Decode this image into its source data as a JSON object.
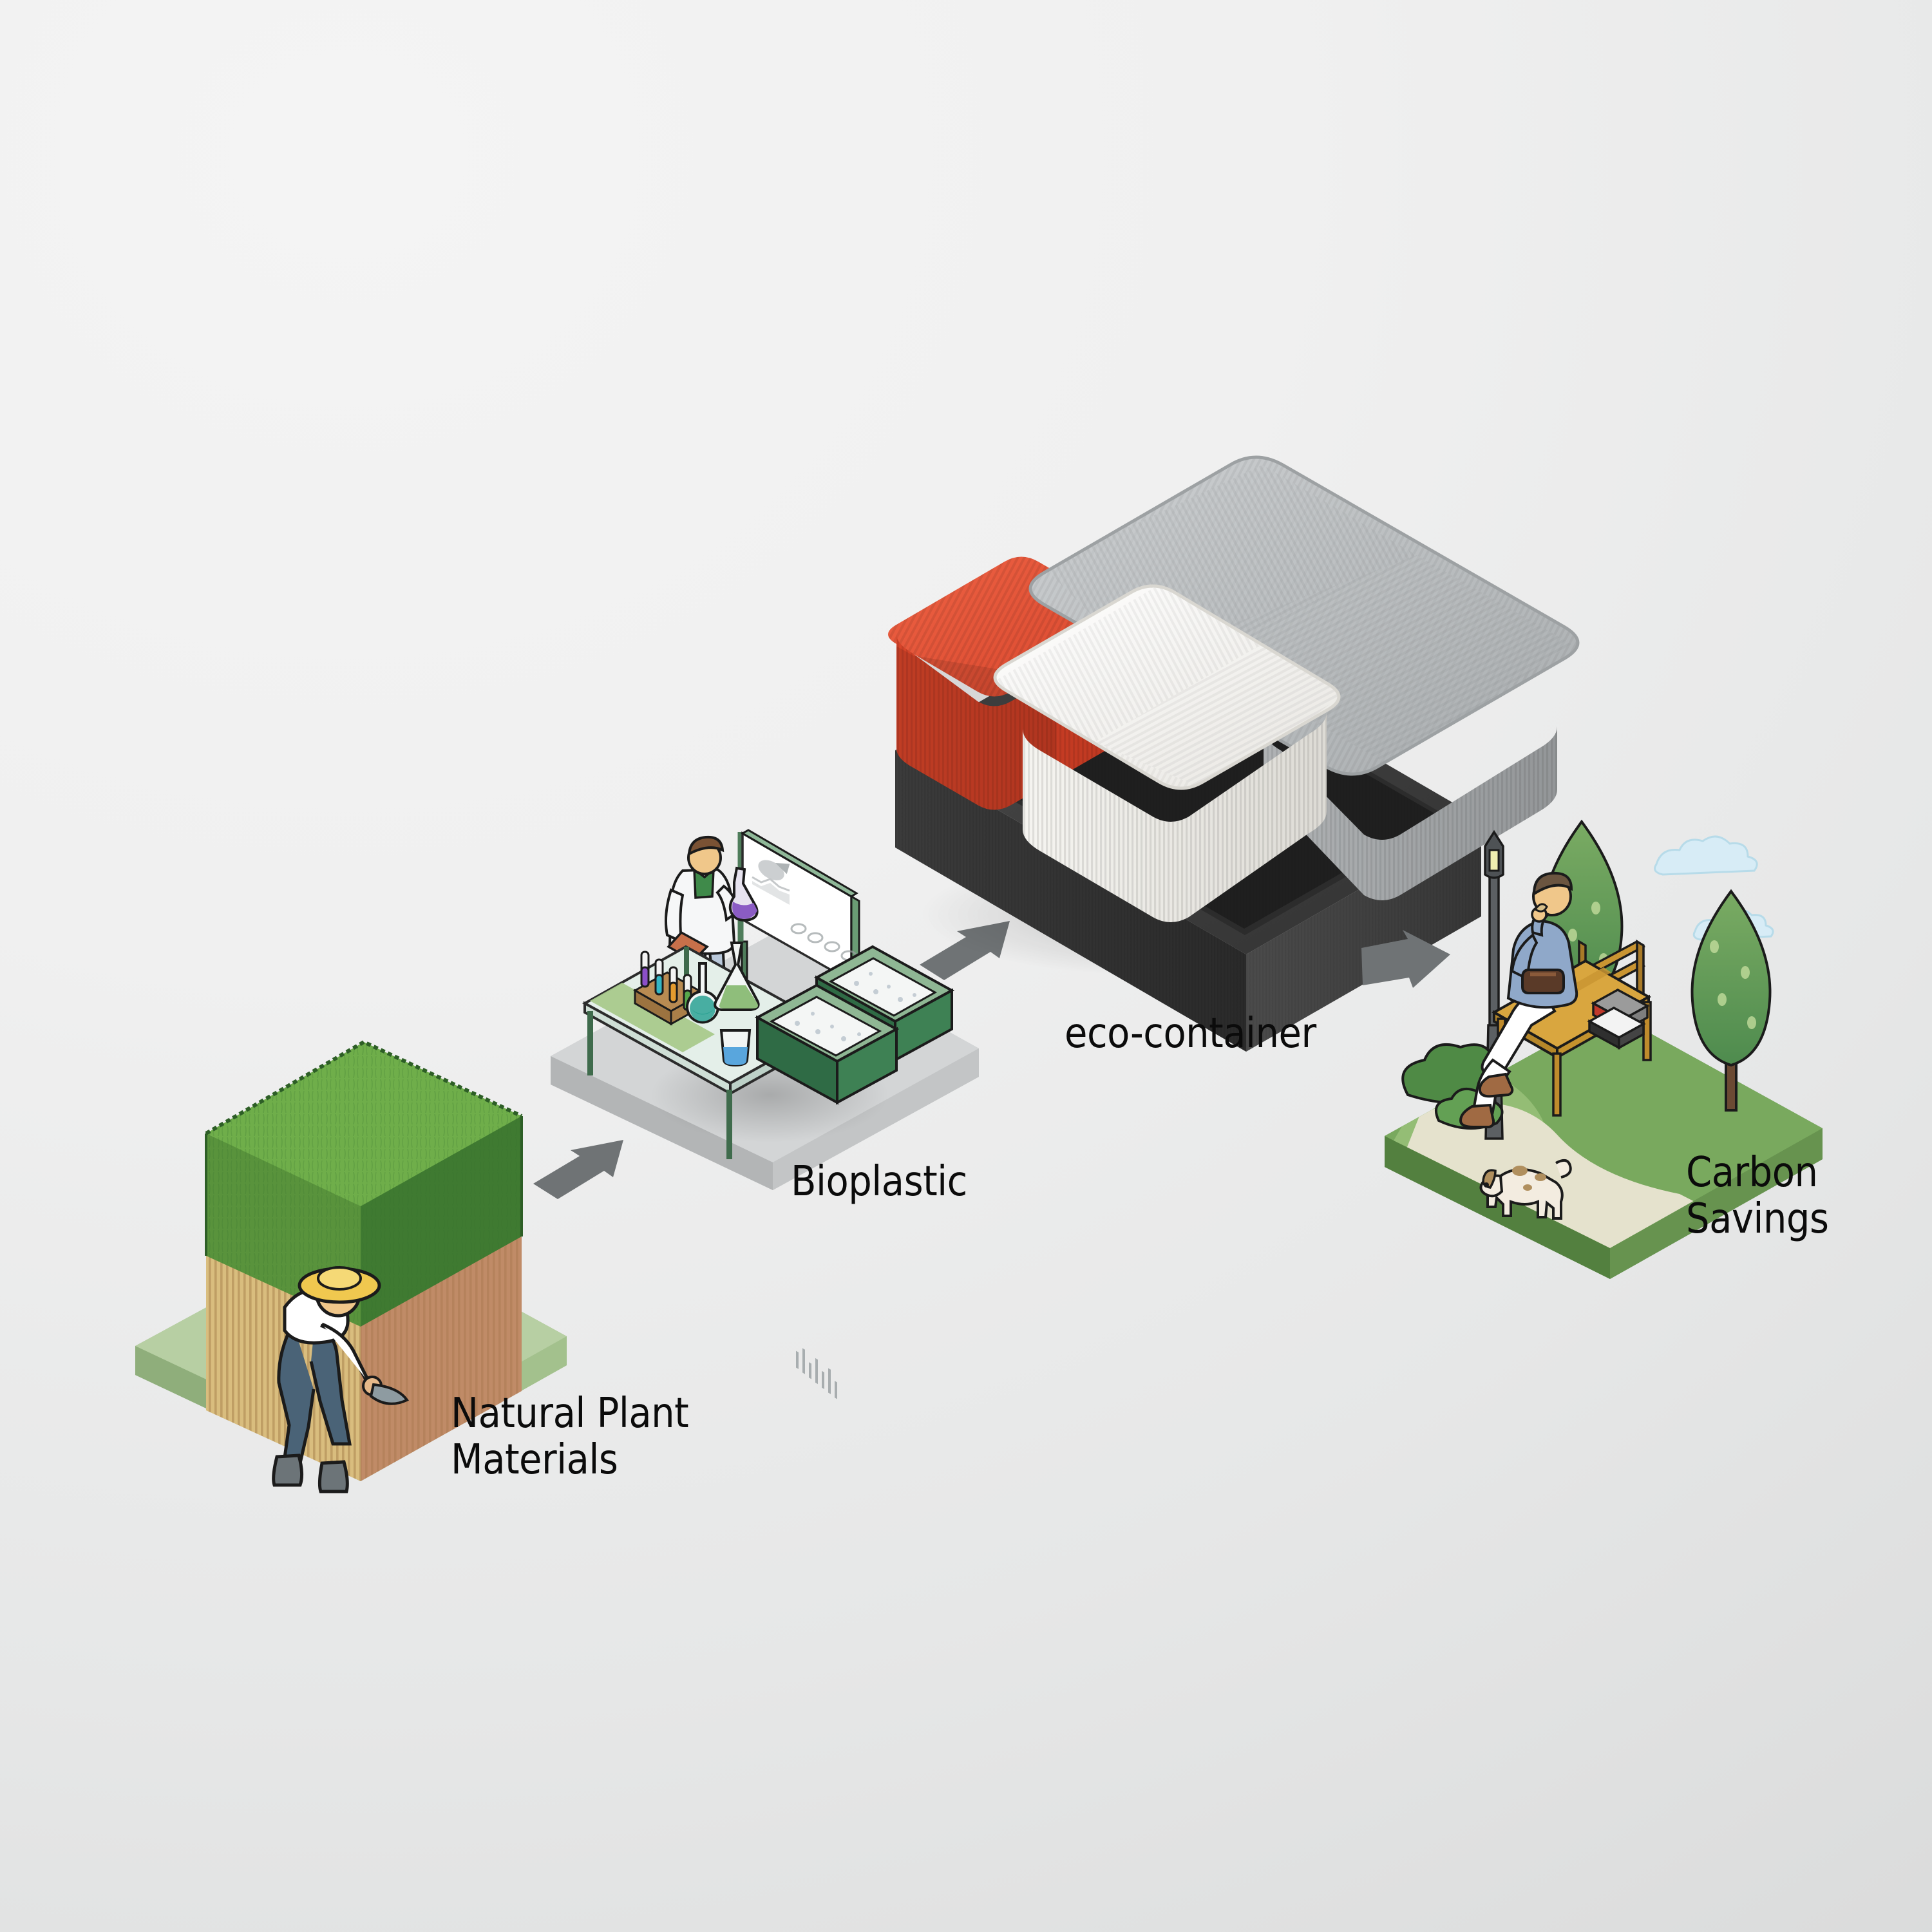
{
  "scene": {
    "title_labels": {
      "product": "eco-container",
      "stage_bioplastic": "Bioplastic",
      "stage_natural": "Natural Plant\nMaterials",
      "stage_carbon": "Carbon\nSavings"
    },
    "background": {
      "color_light": "#f4f4f4",
      "color_dark": "#d6d7d7"
    },
    "flow": {
      "steps": [
        "Natural Plant Materials",
        "Bioplastic",
        "eco-container",
        "Carbon Savings"
      ],
      "arrow_color": "#6f7375",
      "arrow_count": 3,
      "arrow_directions": [
        "up-right",
        "up-right",
        "down-right"
      ]
    },
    "product": {
      "name": "eco-container",
      "tray": {
        "label": "tray",
        "color": "#3c3c3c",
        "texture": "vertical-ribs"
      },
      "items": [
        {
          "name": "red-container",
          "color": "#de4f34",
          "texture": "vertical-ribs"
        },
        {
          "name": "white-container",
          "color": "#f2f0ec",
          "texture": "vertical-ribs"
        },
        {
          "name": "grey-lid",
          "color": "#b4b7b9",
          "texture": "diagonal-ribs"
        }
      ]
    },
    "farm_scene": {
      "name": "Natural Plant Materials",
      "base_color": "#b7cfa3",
      "crop_top_color": "#6fae4a",
      "crop_side_color": "#4e8a37",
      "stalk_color": "#d9bd7e",
      "stalk_shadow_color": "#bd8a63",
      "figure": {
        "name": "farmer",
        "hat_color": "#f0c84f",
        "shirt_color": "#ffffff",
        "overalls_color": "#4a6377",
        "boots_color": "#6c7478",
        "tool": "sickle"
      }
    },
    "lab_scene": {
      "name": "Bioplastic",
      "base_color": "#cfd1d2",
      "figure": {
        "name": "scientist",
        "coat_color": "#f6f7f8",
        "shirt_color": "#3f8a4a",
        "trousers_color": "#b9c8da",
        "hair_color": "#7a5234",
        "holding": [
          "flask",
          "clipboard"
        ]
      },
      "bench": {
        "top_color": "#e4efe9",
        "mat_color": "#a9c98c",
        "leg_color": "#3f6b4c",
        "glassware": [
          {
            "name": "test-tube",
            "liquid_color": "#8b4fc9"
          },
          {
            "name": "test-tube",
            "liquid_color": "#33b6c4"
          },
          {
            "name": "test-tube",
            "liquid_color": "#e59b2e"
          },
          {
            "name": "test-tube",
            "liquid_color": "#57a84b"
          },
          {
            "name": "round-flask",
            "liquid_color": "#2aa193"
          },
          {
            "name": "erlenmeyer-flask",
            "liquid_color": "#8fbe7b"
          },
          {
            "name": "beaker",
            "liquid_color": "#59a6dd"
          }
        ],
        "rack_color": "#b98b52"
      },
      "board": {
        "frame_color": "#6a9c74",
        "panel_color": "#ffffff",
        "charts": [
          "pie-chart",
          "area-chart",
          "bar-chart",
          "donut-indicators"
        ]
      },
      "crates": {
        "color_front": "#2f6b45",
        "color_top": "#8fb794",
        "content": "bioplastic-pellets",
        "count": 2
      }
    },
    "park_scene": {
      "name": "Carbon Savings",
      "grass_color": "#79a95e",
      "grass_light_color": "#9ec47e",
      "path_color": "#e5e2cd",
      "bench": {
        "name": "park-bench",
        "color": "#d9a63f"
      },
      "figure": {
        "name": "seated-person",
        "sweater_color": "#8fa8c9",
        "trousers_color": "#ffffff",
        "shoes_color": "#a06a43",
        "hair_color": "#6b5540",
        "holding": "eco-container"
      },
      "lunch_boxes": [
        {
          "color": "#c0392b"
        },
        {
          "color": "#9b9b9b"
        },
        {
          "color": "#f3f3f3"
        }
      ],
      "lamp": {
        "name": "street-lamp",
        "post_color": "#5c6063",
        "light_color": "#f0efb0"
      },
      "trees": [
        {
          "name": "cypress-tree",
          "color": "#5f9a54"
        },
        {
          "name": "cypress-tree",
          "color": "#5f9a54"
        }
      ],
      "bushes": [
        {
          "name": "bush-large",
          "color": "#4f8a45"
        },
        {
          "name": "bush-small",
          "color": "#63a054"
        }
      ],
      "clouds": [
        {
          "name": "cloud",
          "color": "#d7ecf6"
        },
        {
          "name": "cloud",
          "color": "#d7ecf6"
        }
      ],
      "dog": {
        "name": "dog",
        "body_color": "#f3ece0",
        "spot_color": "#b08f5e"
      }
    }
  }
}
